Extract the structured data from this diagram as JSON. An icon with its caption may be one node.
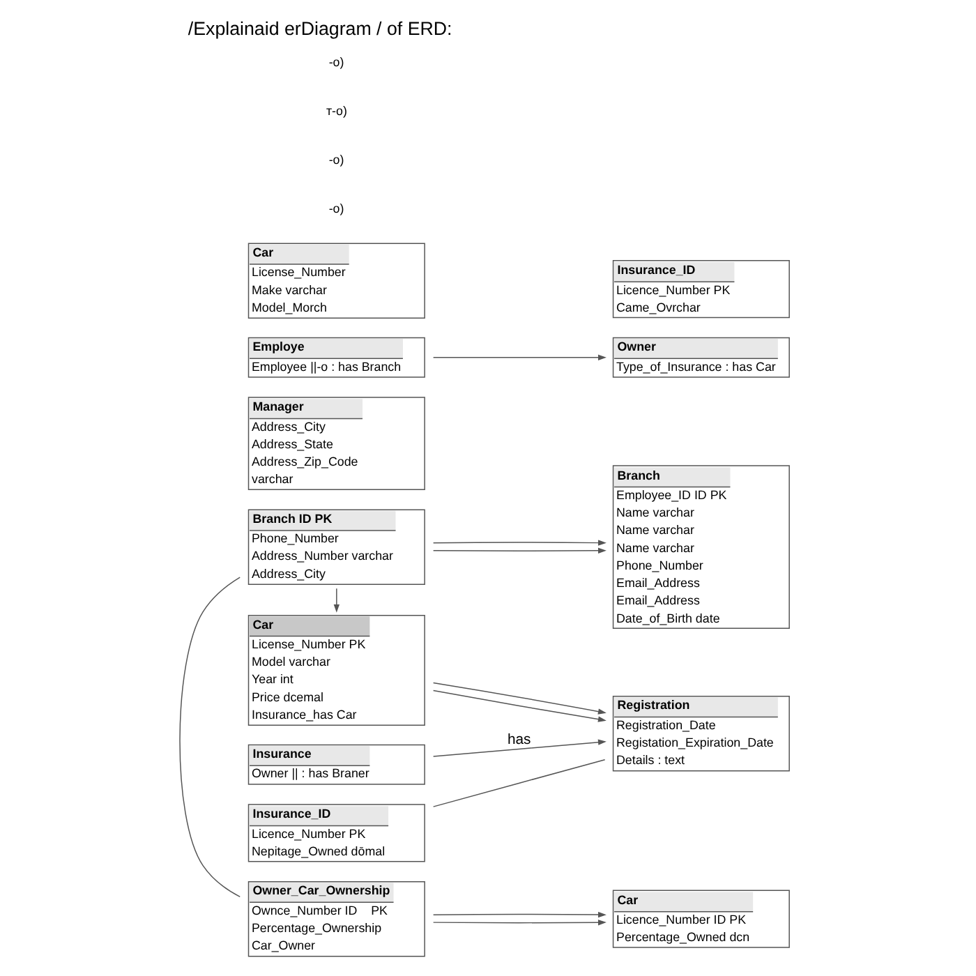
{
  "diagram": {
    "title": "/Explainaid erDiagram / of ERD:",
    "nodes": [
      {
        "text": [
          "Branch ID PK",
          "Phone_Number",
          "Address_Number varchar",
          "Address_City"
        ]
      },
      {
        "text": [
          "Manager",
          "Address_City",
          "Address_State",
          "Address_Zip_Code",
          "varchar"
        ]
      },
      {
        "text": [
          "Employe",
          "Employee ||-o : has Branch"
        ]
      },
      {
        "text": [
          "Car",
          "License_Number",
          "Make varchar",
          "Model_Morch"
        ]
      },
      {
        "text": [
          "Car",
          "License_Number PK",
          "Model varchar",
          "Year int",
          "Price dcemal",
          "Insurance_has Car"
        ]
      },
      {
        "text": [
          "Insurance",
          "Owner || : has Braner"
        ]
      },
      {
        "text": [
          "Insurance_ID",
          "Licence_Number PK",
          "Nepitage_Owned dōmal"
        ]
      },
      {
        "text": [
          "Owner_Car_Ownership",
          "Ownce_Number ID    PK",
          "Percentage_Ownership",
          "Car_Owner"
        ]
      },
      {
        "text": [
          "Branch",
          "Employee_ID ID PK",
          "Name varchar",
          "Name varchar",
          "Name varchar",
          "Phone_Number",
          "Email_Address",
          "Email_Address",
          "Date_of_Birth date"
        ]
      },
      {
        "text": [
          "Insurance_ID",
          "Licence_Number PK",
          "Came_Ovrchar"
        ]
      },
      {
        "text": [
          "Owner",
          "Type_of_Insurance : has Car"
        ]
      },
      {
        "text": [
          "Registration",
          "Registration_Date",
          "Registation_Expiration_Date",
          "Details : text"
        ]
      },
      {
        "text": [
          "Car",
          "Licence_Number ID PK",
          "Percentage_Owned dcn"
        ]
      }
    ],
    "edges": [
      {
        "from": 0,
        "to": 8,
        "arrow": "to"
      },
      {
        "from": 0,
        "to": 8,
        "arrow": "to"
      },
      {
        "from": 2,
        "to": 10,
        "arrow": "to"
      },
      {
        "from": 4,
        "to": 11,
        "arrow": "to"
      },
      {
        "from": 4,
        "to": 11,
        "arrow": "to"
      },
      {
        "from": 5,
        "to": 11,
        "arrow": "to",
        "label": "has"
      },
      {
        "from": 6,
        "to": 11,
        "arrow": "none"
      },
      {
        "from": 7,
        "to": 12,
        "arrow": "to"
      },
      {
        "from": 7,
        "to": 12,
        "arrow": "to"
      },
      {
        "from": 0,
        "to": 7,
        "arrow": "none"
      },
      {
        "from": 0,
        "to": 4,
        "arrow": "to"
      }
    ],
    "labels": [
      "-o)",
      "-o)",
      "т-o)",
      "-o)"
    ]
  }
}
